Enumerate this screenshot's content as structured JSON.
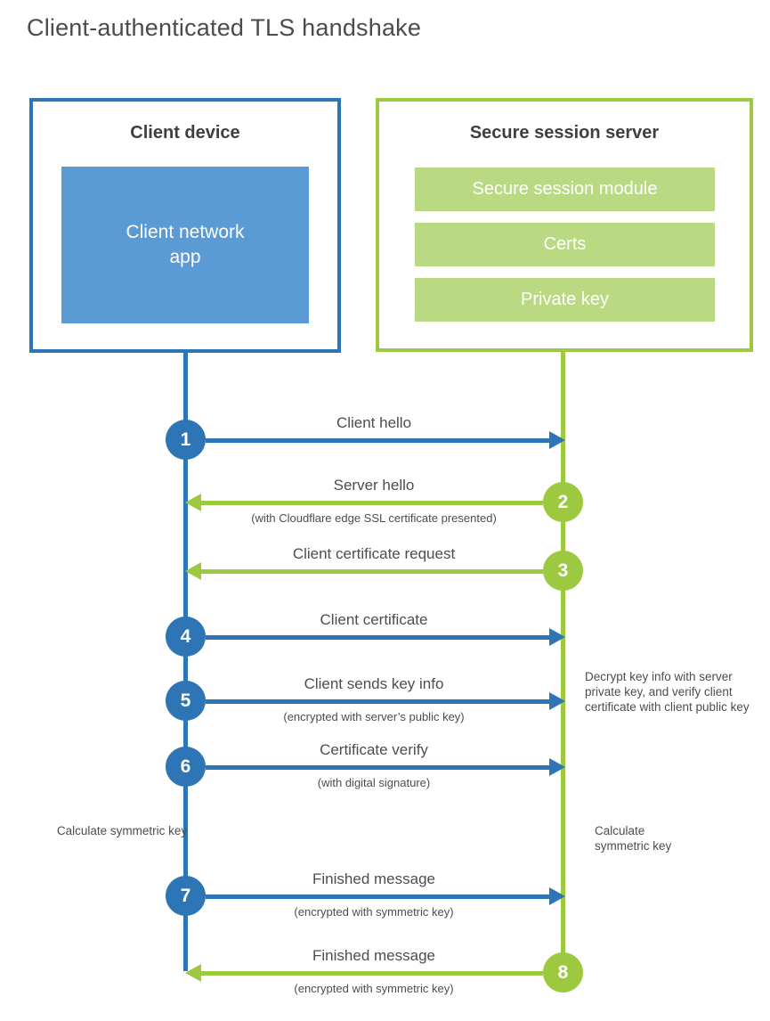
{
  "title": "Client-authenticated TLS handshake",
  "client_box": {
    "heading": "Client device",
    "app": "Client network app"
  },
  "server_box": {
    "heading": "Secure session server",
    "modules": [
      "Secure session module",
      "Certs",
      "Private key"
    ]
  },
  "steps": [
    {
      "number": "1",
      "label": "Client hello",
      "from": "client",
      "to": "server"
    },
    {
      "number": "2",
      "label": "Server hello",
      "sublabel": "(with Cloudflare edge SSL certificate presented)",
      "from": "server",
      "to": "client"
    },
    {
      "number": "3",
      "label": "Client certificate request",
      "from": "server",
      "to": "client"
    },
    {
      "number": "4",
      "label": "Client certificate",
      "from": "client",
      "to": "server"
    },
    {
      "number": "5",
      "label": "Client sends key info",
      "sublabel": "(encrypted with server’s public key)",
      "from": "client",
      "to": "server"
    },
    {
      "number": "6",
      "label": "Certificate verify",
      "sublabel": "(with digital signature)",
      "from": "client",
      "to": "server"
    },
    {
      "number": "7",
      "label": "Finished message",
      "sublabel": "(encrypted with symmetric key)",
      "from": "client",
      "to": "server"
    },
    {
      "number": "8",
      "label": "Finished message",
      "sublabel": "(encrypted with symmetric key)",
      "from": "server",
      "to": "client"
    }
  ],
  "annotations": {
    "decrypt_note": "Decrypt key info with server private key, and verify client certificate with client public key",
    "calculate_left": "Calculate symmetric key",
    "calculate_right": "Calculate symmetric key"
  },
  "colors": {
    "client_accent": "#2e75b6",
    "client_fill": "#5b9bd5",
    "server_accent": "#9cc93f",
    "server_fill": "#b9da83",
    "heading_text": "#3f3f3f",
    "label_text": "#4d4d4d"
  }
}
